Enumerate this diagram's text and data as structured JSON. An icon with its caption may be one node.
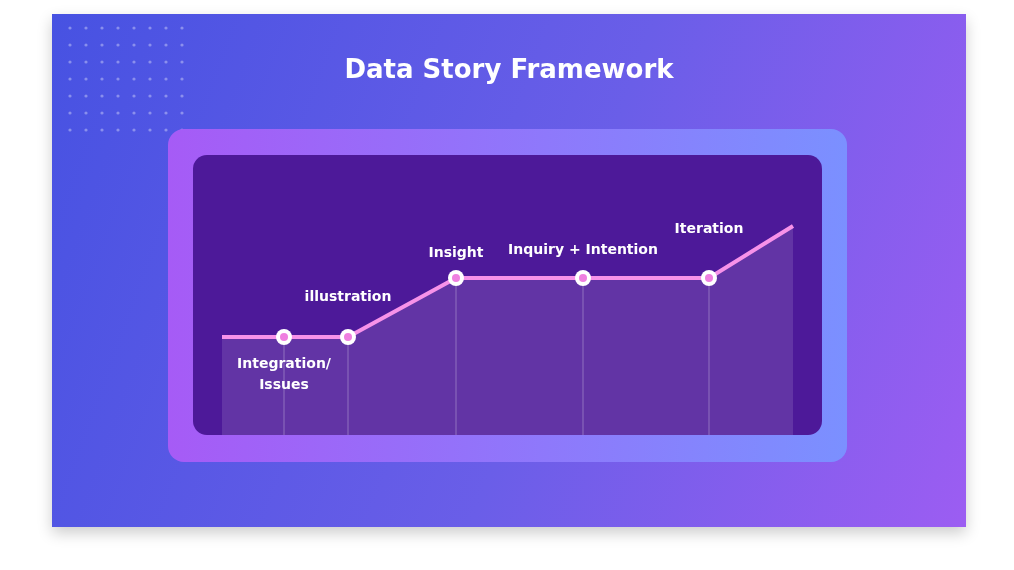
{
  "diagram": {
    "title": "Data Story Framework",
    "labels": [
      "Integration/ Issues",
      "illustration",
      "Insight",
      "Inquiry + Intention",
      "Iteration"
    ]
  }
}
